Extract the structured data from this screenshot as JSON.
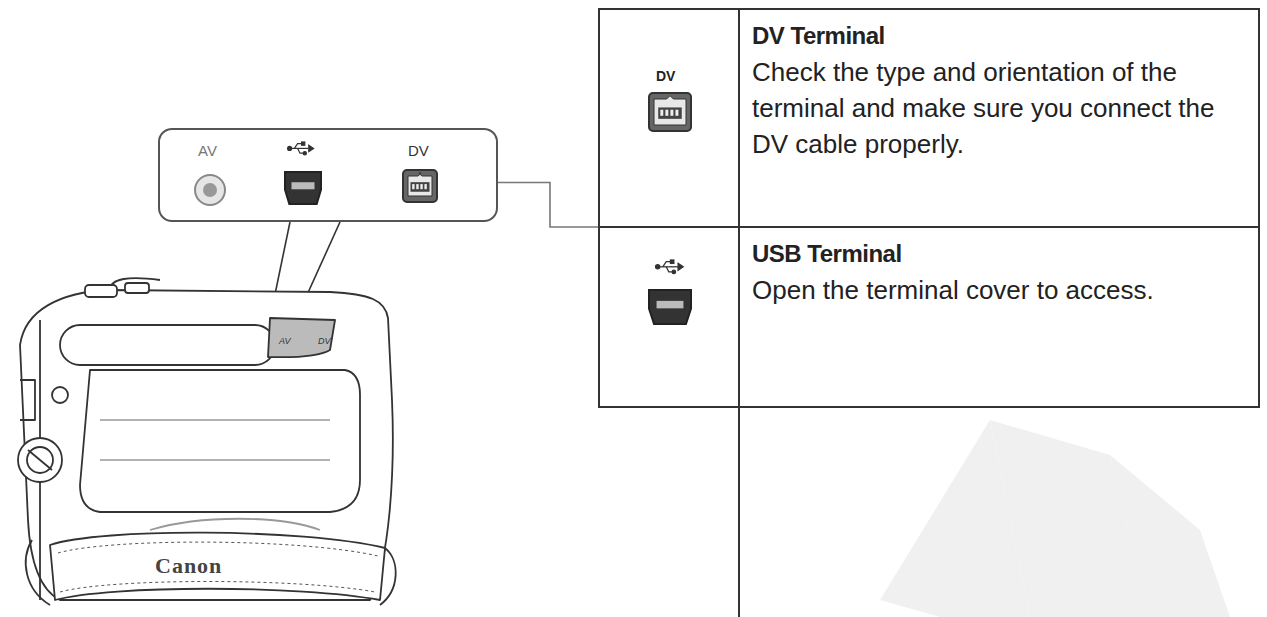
{
  "diagram": {
    "nodes": [
      {
        "text": [
          "AV",
          "DV"
        ]
      },
      {
        "text": [
          "DV",
          "DV Terminal",
          "Check the type and orientation of the terminal and make sure you connect the DV cable properly."
        ]
      },
      {
        "text": [
          "USB Terminal",
          "Open the terminal cover to access."
        ]
      }
    ],
    "edges": [
      {
        "from": 0,
        "to": 1,
        "arrow": "none"
      }
    ],
    "labels": [
      "AV",
      "DV",
      "Canon"
    ]
  }
}
